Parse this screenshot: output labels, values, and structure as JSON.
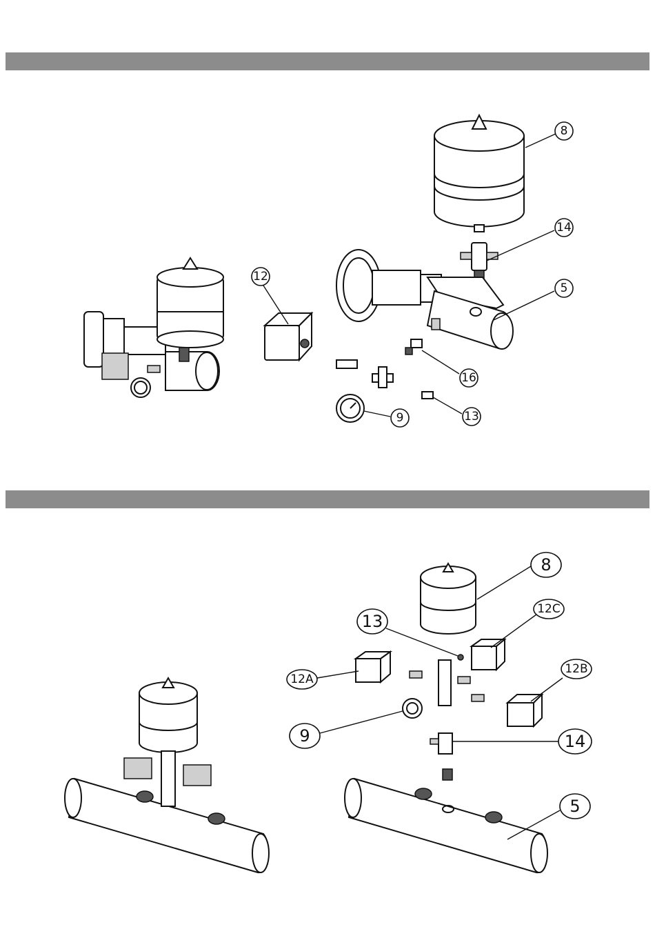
{
  "top_section": {
    "callouts": [
      {
        "id": "c8",
        "label": "8"
      },
      {
        "id": "c14",
        "label": "14"
      },
      {
        "id": "c5",
        "label": "5"
      },
      {
        "id": "c12",
        "label": "12"
      },
      {
        "id": "c16",
        "label": "16"
      },
      {
        "id": "c9",
        "label": "9"
      },
      {
        "id": "c13",
        "label": "13"
      }
    ]
  },
  "bottom_section": {
    "callouts": [
      {
        "id": "c8",
        "label": "8"
      },
      {
        "id": "c13",
        "label": "13"
      },
      {
        "id": "c12C",
        "label": "12C"
      },
      {
        "id": "c12A",
        "label": "12A"
      },
      {
        "id": "c12B",
        "label": "12B"
      },
      {
        "id": "c9",
        "label": "9"
      },
      {
        "id": "c14",
        "label": "14"
      },
      {
        "id": "c5",
        "label": "5"
      }
    ]
  },
  "colors": {
    "header_bar": "#8c8c8c",
    "line": "#111111"
  }
}
